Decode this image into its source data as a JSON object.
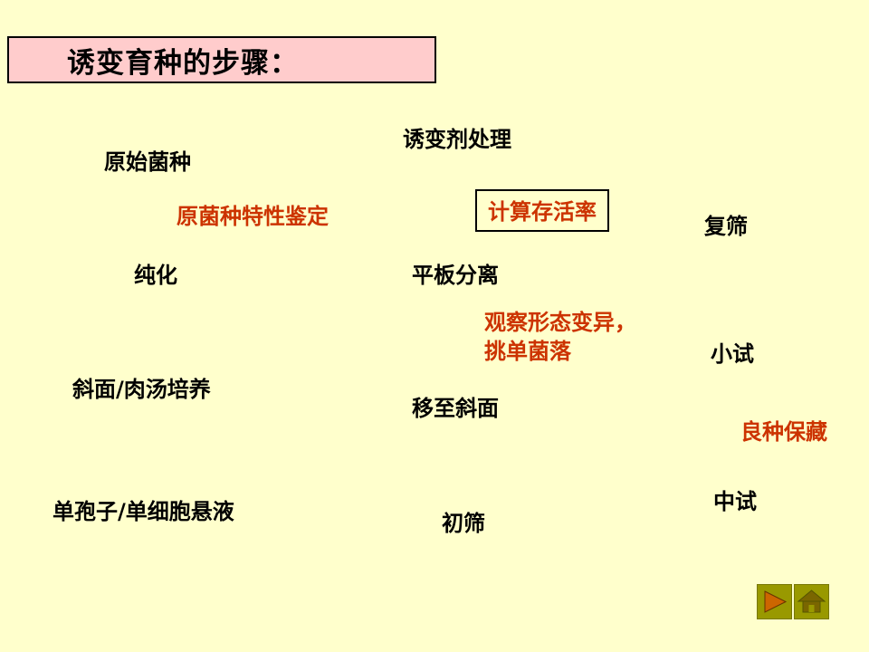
{
  "title": "诱变育种的步骤：",
  "colors": {
    "background": "#FFFFCC",
    "title_bg": "#FFCCCC",
    "highlight": "#CC3300",
    "text": "#000000",
    "nav_bg": "#999900",
    "nav_arrow": "#CC6600",
    "nav_home": "#7A6600"
  },
  "labels": {
    "original_strain": "原始菌种",
    "mutagen_treatment": "诱变剂处理",
    "strain_characterization": "原菌种特性鉴定",
    "survival_rate": "计算存活率",
    "rescreening": "复筛",
    "purification": "纯化",
    "plate_separation": "平板分离",
    "observe_variation_line1": "观察形态变异，",
    "observe_variation_line2": "挑单菌落",
    "pilot_small": "小试",
    "slant_broth_culture": "斜面/肉汤培养",
    "move_to_slant": "移至斜面",
    "preserve_good_strain": "良种保藏",
    "pilot_medium": "中试",
    "spore_suspension": "单孢子/单细胞悬液",
    "initial_screening": "初筛"
  },
  "nav": {
    "next_button": "next-slide",
    "home_button": "home"
  }
}
